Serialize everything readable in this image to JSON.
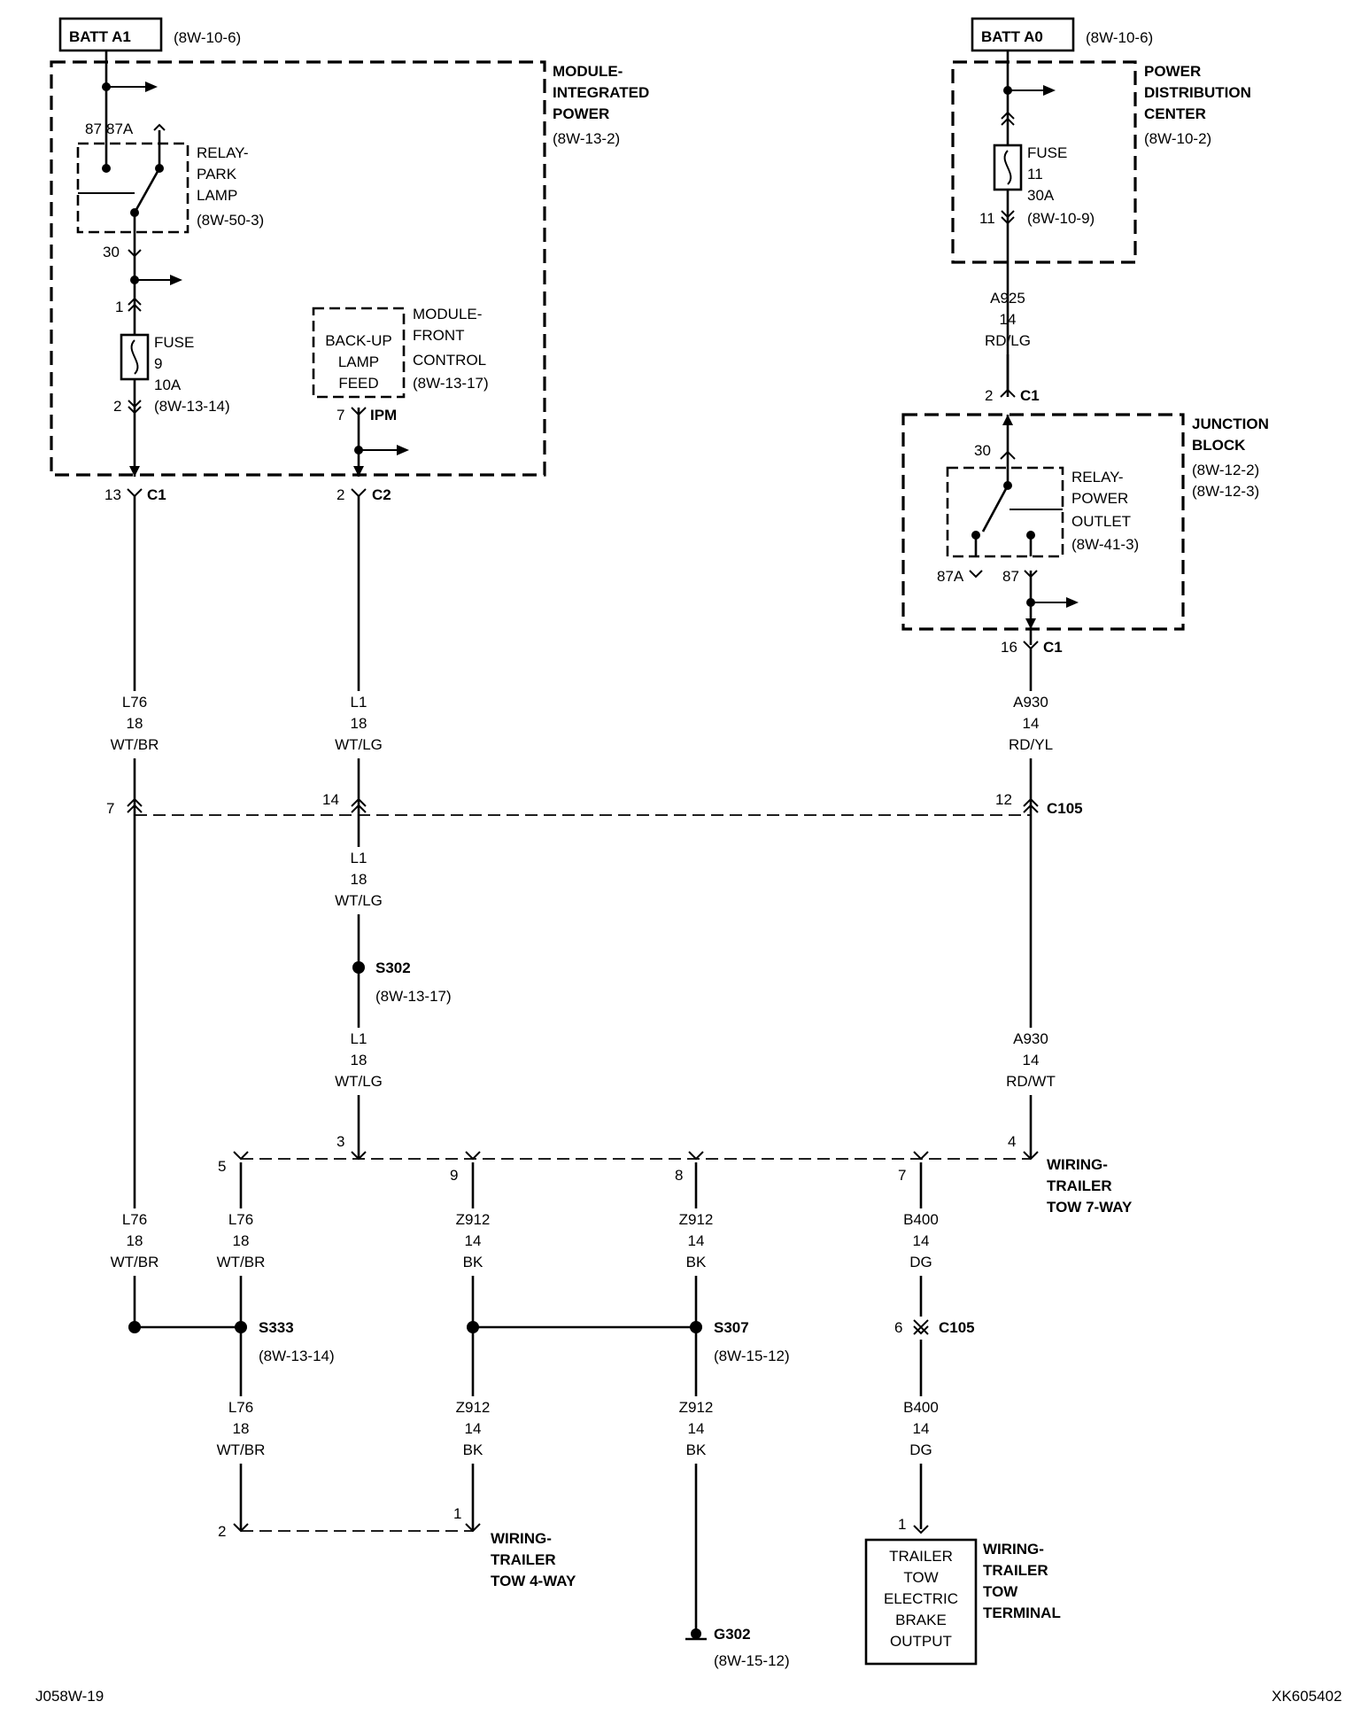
{
  "sources": {
    "batt_a1": {
      "name": "BATT A1",
      "ref": "(8W-10-6)"
    },
    "batt_a0": {
      "name": "BATT A0",
      "ref": "(8W-10-6)"
    }
  },
  "modules": {
    "integrated_power": {
      "line1": "MODULE-",
      "line2": "INTEGRATED",
      "line3": "POWER",
      "ref": "(8W-13-2)"
    },
    "power_distribution": {
      "line1": "POWER",
      "line2": "DISTRIBUTION",
      "line3": "CENTER",
      "ref": "(8W-10-2)"
    },
    "front_control": {
      "line1": "MODULE-",
      "line2": "FRONT",
      "line3": "CONTROL",
      "ref": "(8W-13-17)",
      "feed1": "BACK-UP",
      "feed2": "LAMP",
      "feed3": "FEED"
    },
    "junction_block": {
      "line1": "JUNCTION",
      "line2": "BLOCK",
      "ref1": "(8W-12-2)",
      "ref2": "(8W-12-3)"
    }
  },
  "relays": {
    "park_lamp": {
      "line1": "RELAY-",
      "line2": "PARK",
      "line3": "LAMP",
      "ref": "(8W-50-3)",
      "pin_87": "87",
      "pin_87a": "87A",
      "pin_30": "30"
    },
    "power_outlet": {
      "line1": "RELAY-",
      "line2": "POWER",
      "line3": "OUTLET",
      "ref": "(8W-41-3)",
      "pin_30": "30",
      "pin_87a": "87A",
      "pin_87": "87"
    }
  },
  "fuses": {
    "fuse9": {
      "label": "FUSE",
      "number": "9",
      "rating": "10A",
      "ref": "(8W-13-14)",
      "pin_in": "1",
      "pin_out": "2"
    },
    "fuse11": {
      "label": "FUSE",
      "number": "11",
      "rating": "30A",
      "ref": "(8W-10-9)",
      "pin_out": "11"
    }
  },
  "connectors": {
    "c1_left": {
      "pin": "13",
      "name": "C1"
    },
    "c2": {
      "pin": "2",
      "name": "C2"
    },
    "ipm": {
      "pin": "7",
      "name": "IPM"
    },
    "c1_jb_in": {
      "pin": "2",
      "name": "C1"
    },
    "c1_jb_out": {
      "pin": "16",
      "name": "C1"
    },
    "c105": {
      "name": "C105",
      "pin_a": "7",
      "pin_b": "14",
      "pin_c": "12"
    },
    "c105_b400": {
      "pin": "6",
      "name": "C105"
    }
  },
  "wires": {
    "a925": {
      "circuit": "A925",
      "gauge": "14",
      "color": "RD/LG"
    },
    "l76_top": {
      "circuit": "L76",
      "gauge": "18",
      "color": "WT/BR"
    },
    "l1_top": {
      "circuit": "L1",
      "gauge": "18",
      "color": "WT/LG"
    },
    "a930_top": {
      "circuit": "A930",
      "gauge": "14",
      "color": "RD/YL"
    },
    "l1_mid": {
      "circuit": "L1",
      "gauge": "18",
      "color": "WT/LG"
    },
    "l1_low": {
      "circuit": "L1",
      "gauge": "18",
      "color": "WT/LG"
    },
    "a930_low": {
      "circuit": "A930",
      "gauge": "14",
      "color": "RD/WT"
    },
    "l76_a": {
      "circuit": "L76",
      "gauge": "18",
      "color": "WT/BR"
    },
    "l76_b": {
      "circuit": "L76",
      "gauge": "18",
      "color": "WT/BR"
    },
    "z912_a": {
      "circuit": "Z912",
      "gauge": "14",
      "color": "BK"
    },
    "z912_b": {
      "circuit": "Z912",
      "gauge": "14",
      "color": "BK"
    },
    "b400_a": {
      "circuit": "B400",
      "gauge": "14",
      "color": "DG"
    },
    "l76_c": {
      "circuit": "L76",
      "gauge": "18",
      "color": "WT/BR"
    },
    "z912_c": {
      "circuit": "Z912",
      "gauge": "14",
      "color": "BK"
    },
    "z912_d": {
      "circuit": "Z912",
      "gauge": "14",
      "color": "BK"
    },
    "b400_b": {
      "circuit": "B400",
      "gauge": "14",
      "color": "DG"
    }
  },
  "splices": {
    "s302": {
      "name": "S302",
      "ref": "(8W-13-17)"
    },
    "s333": {
      "name": "S333",
      "ref": "(8W-13-14)"
    },
    "s307": {
      "name": "S307",
      "ref": "(8W-15-12)"
    }
  },
  "ground": {
    "name": "G302",
    "ref": "(8W-15-12)"
  },
  "trailer_7way": {
    "line1": "WIRING-",
    "line2": "TRAILER",
    "line3": "TOW 7-WAY",
    "pins": [
      "5",
      "3",
      "9",
      "8",
      "7",
      "4"
    ]
  },
  "trailer_4way": {
    "line1": "WIRING-",
    "line2": "TRAILER",
    "line3": "TOW 4-WAY",
    "pins": [
      "2",
      "1"
    ]
  },
  "trailer_terminal": {
    "line1": "WIRING-",
    "line2": "TRAILER",
    "line3": "TOW",
    "line4": "TERMINAL",
    "pin": "1",
    "box1": "TRAILER",
    "box2": "TOW",
    "box3": "ELECTRIC",
    "box4": "BRAKE",
    "box5": "OUTPUT"
  },
  "footer": {
    "left": "J058W-19",
    "right": "XK605402"
  }
}
